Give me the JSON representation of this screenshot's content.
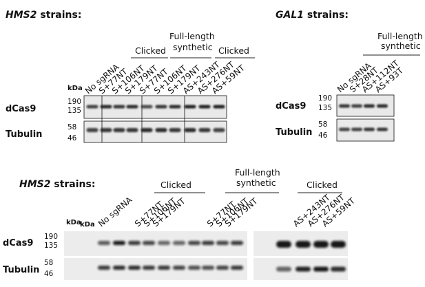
{
  "top_left": {
    "title_gene": "HMS2",
    "title_rest": " strains:",
    "group_clicked_1": "Clicked",
    "group_fulllength_l1": "Full-length",
    "group_fulllength_l2": "synthetic",
    "group_clicked_2": "Clicked",
    "kda": "kDa",
    "lanes": [
      "No sgRNA",
      "S+77NT",
      "S+106NT",
      "S+179NT",
      "S+77NT",
      "S+106NT",
      "S+179NT",
      "AS+243NT",
      "AS+276NT",
      "AS+59NT"
    ],
    "row_dcas9": "dCas9",
    "row_tubulin": "Tubulin",
    "mw_190": "190",
    "mw_135": "135",
    "mw_58": "58",
    "mw_46": "46"
  },
  "top_right": {
    "title_gene": "GAL1",
    "title_rest": " strains:",
    "group_fulllength_l1": "Full-length",
    "group_fulllength_l2": "synthetic",
    "lanes": [
      "No sgRNA",
      "S+28NT",
      "AS+112NT",
      "AS+93T"
    ],
    "row_dcas9": "dCas9",
    "row_tubulin": "Tubulin",
    "mw_190": "190",
    "mw_135": "135",
    "mw_58": "58",
    "mw_46": "46"
  },
  "bottom": {
    "title_gene": "HMS2",
    "title_rest": " strains:",
    "group_clicked_1": "Clicked",
    "group_fulllength_l1": "Full-length",
    "group_fulllength_l2": "synthetic",
    "group_clicked_2": "Clicked",
    "kda_1": "kDa",
    "kda_2": "kDa",
    "lanes": [
      "No sgRNA",
      "S+77NT",
      "S+106NT",
      "S+179NT",
      "S+77NT",
      "S+106NT",
      "S+179NT",
      "AS+243NT",
      "AS+276NT",
      "AS+59NT"
    ],
    "row_dcas9": "dCas9",
    "row_tubulin": "Tubulin",
    "mw_190": "190",
    "mw_135": "135",
    "mw_58": "58",
    "mw_46": "46"
  }
}
